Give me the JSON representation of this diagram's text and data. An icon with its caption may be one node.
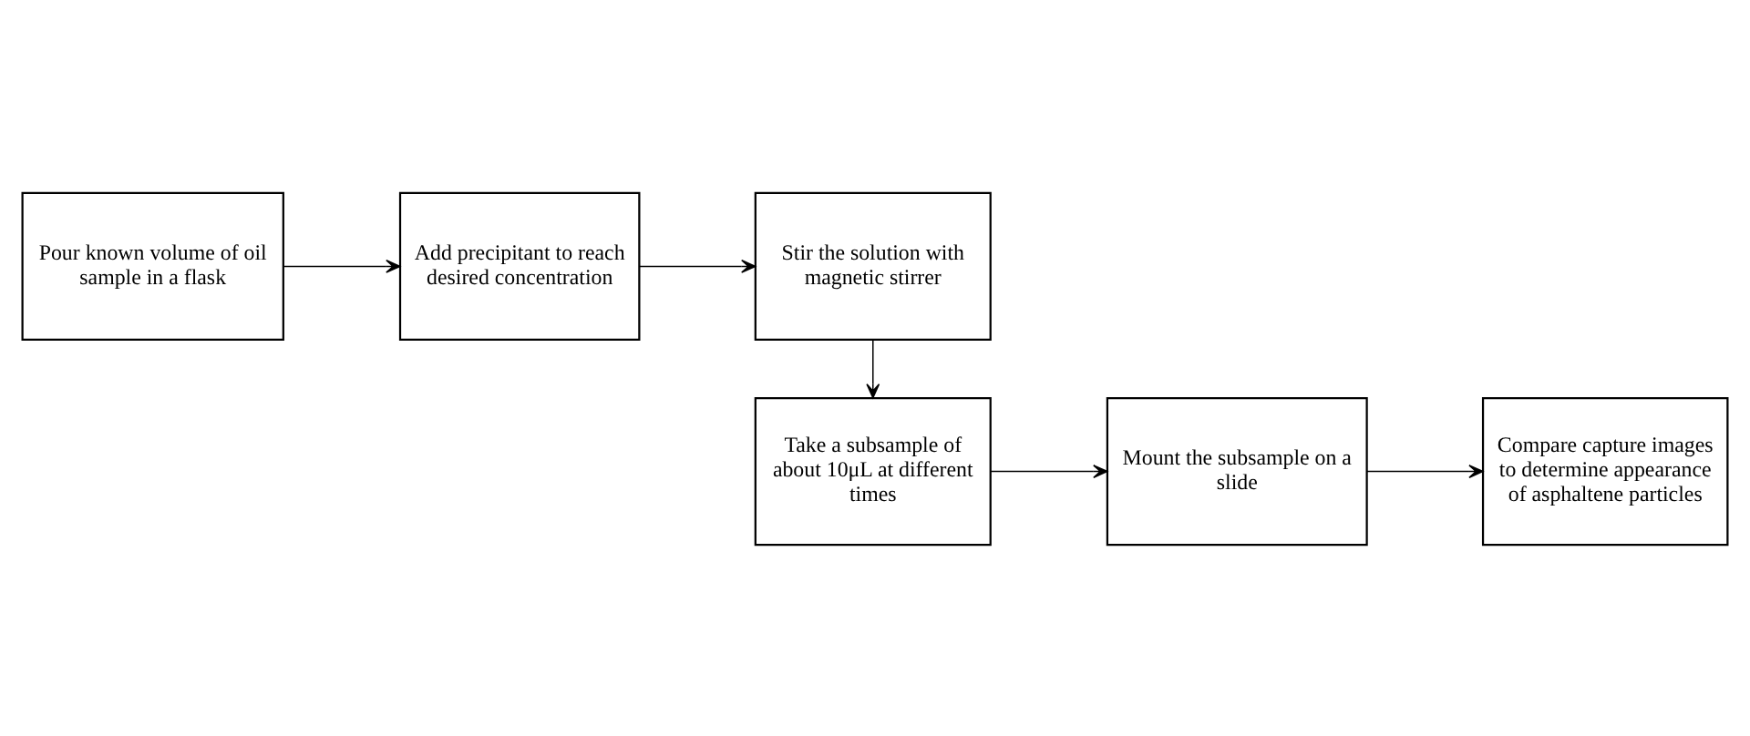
{
  "diagram": {
    "nodes": [
      {
        "text": [
          "Pour known volume of oil sample in a flask"
        ]
      },
      {
        "text": [
          "Add precipitant to reach desired concentration"
        ]
      },
      {
        "text": [
          "Stir the solution with magnetic stirrer"
        ]
      },
      {
        "text": [
          "Take a subsample of about 10μL at different times"
        ]
      },
      {
        "text": [
          "Mount the subsample on a slide"
        ]
      },
      {
        "text": [
          "Compare capture images to determine appearance of asphaltene particles"
        ]
      }
    ],
    "edges": [
      {
        "from": 0,
        "to": 1,
        "arrow": "to"
      },
      {
        "from": 1,
        "to": 2,
        "arrow": "to"
      },
      {
        "from": 2,
        "to": 3,
        "arrow": "to"
      },
      {
        "from": 3,
        "to": 4,
        "arrow": "to"
      },
      {
        "from": 4,
        "to": 5,
        "arrow": "to"
      }
    ]
  }
}
